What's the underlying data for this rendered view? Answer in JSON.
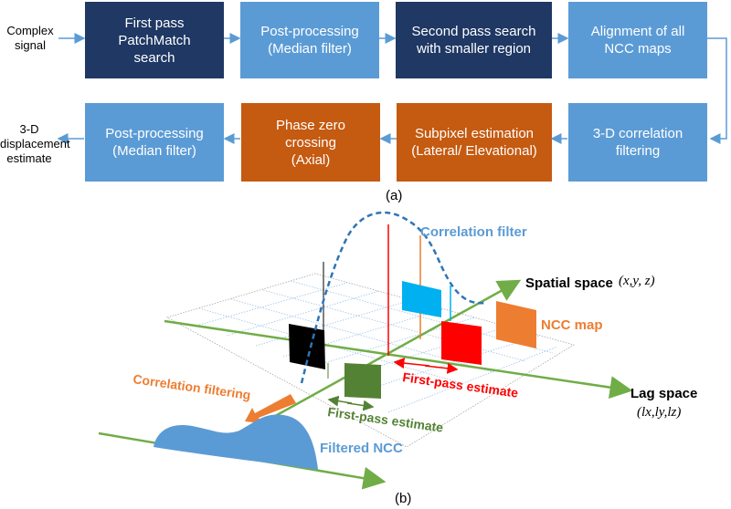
{
  "panel_a": {
    "input_label": "Complex\nsignal",
    "output_label": "3-D\ndisplacement\nestimate",
    "caption": "(a)",
    "boxes": [
      {
        "text": "First pass\nPatchMatch\nsearch",
        "color": "#1F3864"
      },
      {
        "text": "Post-processing\n(Median filter)",
        "color": "#5B9BD5"
      },
      {
        "text": "Second pass search\nwith smaller region",
        "color": "#1F3864"
      },
      {
        "text": "Alignment of all\nNCC maps",
        "color": "#5B9BD5"
      },
      {
        "text": "3-D correlation\nfiltering",
        "color": "#5B9BD5"
      },
      {
        "text": "Subpixel  estimation\n(Lateral/ Elevational)",
        "color": "#C55A11"
      },
      {
        "text": "Phase zero\ncrossing\n(Axial)",
        "color": "#C55A11"
      },
      {
        "text": "Post-processing\n(Median filter)",
        "color": "#5B9BD5"
      }
    ]
  },
  "panel_b": {
    "caption": "(b)",
    "correlation_filter_label": "Correlation filter",
    "spatial_space_label": "Spatial space",
    "spatial_space_math": "(x,y, z)",
    "ncc_map_label": "NCC map",
    "first_pass_estimate_red": "First-pass estimate",
    "first_pass_estimate_green": "First-pass estimate",
    "lag_space_label": "Lag space",
    "lag_space_math": "(lx,ly,lz)",
    "correlation_filtering_label": "Correlation filtering",
    "filtered_ncc_label": "Filtered NCC",
    "colors": {
      "green": "#70AD47",
      "dark_green": "#548235",
      "red": "#FF0000",
      "orange": "#ED7D31",
      "light_blue": "#00B0F0",
      "blue": "#5B9BD5",
      "dash_blue": "#2E75B6",
      "black": "#000000"
    }
  }
}
